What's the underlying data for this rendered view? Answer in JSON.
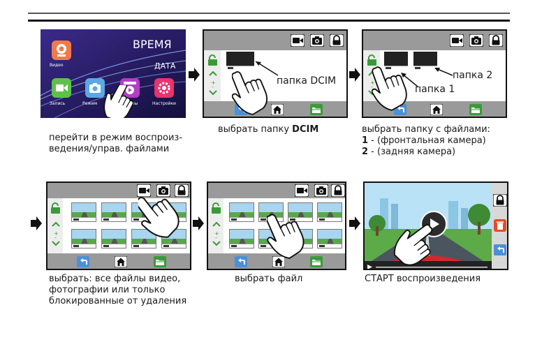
{
  "panel1": {
    "time_label": "ВРЕМЯ",
    "date_label": "ДАТА",
    "icons": [
      {
        "name": "video",
        "label": "Видео",
        "color": "#f07a4a"
      },
      {
        "name": "record",
        "label": "Запись",
        "color": "#5ec24a"
      },
      {
        "name": "mode",
        "label": "Режим",
        "color": "#5aa9e6"
      },
      {
        "name": "files",
        "label": "Файлы",
        "color": "#b33dc6"
      },
      {
        "name": "settings",
        "label": "Настройки",
        "color": "#e8336e"
      }
    ]
  },
  "panel2": {
    "folder_label": "папка DCIM"
  },
  "panel3": {
    "folder1_label": "папка 1",
    "folder2_label": "папка 2"
  },
  "captions": {
    "c1_line1": "перейти в режим воспроиз-",
    "c1_line2": "ведения/управ. файлами",
    "c2_prefix": "выбрать папку ",
    "c2_bold": "DCIM",
    "c3_line1": "выбрать папку с файлами:",
    "c3_line2_num": "1",
    "c3_line2_text": " - (фронтальная камера)",
    "c3_line3_num": "2",
    "c3_line3_text": " - (задняя камера)",
    "c4_line1": "выбрать: все файлы видео,",
    "c4_line2": "фотографии или только",
    "c4_line3": "блокированные от удаления",
    "c5": "выбрать файл",
    "c6": "СТАРТ воспроизведения"
  },
  "colors": {
    "toolbar": "#9a9a9a",
    "green": "#3a9a3a",
    "blue": "#4a90d9",
    "delete_red": "#e05020",
    "menu_bg": "#2a1f66"
  }
}
